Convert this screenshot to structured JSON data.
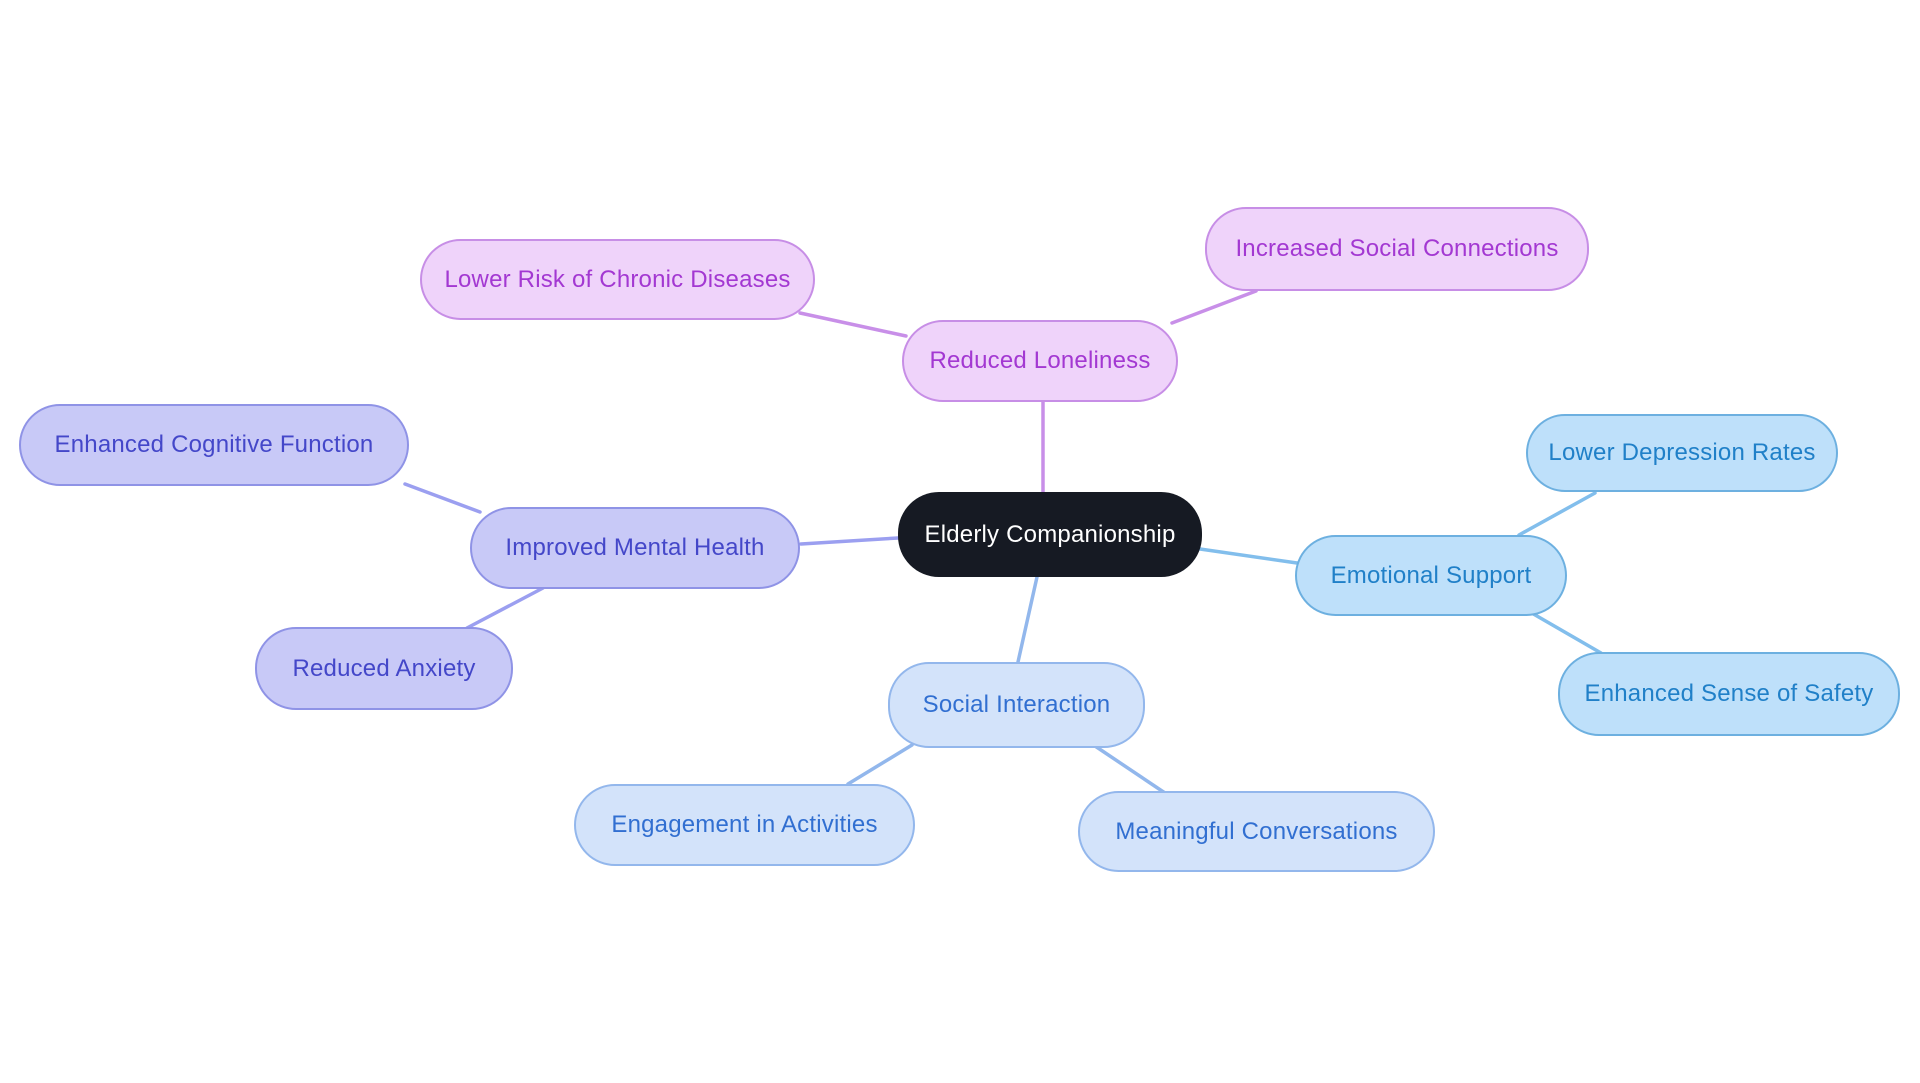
{
  "canvas": {
    "background": "#ffffff"
  },
  "central": {
    "label": "Elderly Companionship",
    "fill": "#161a23",
    "text_color": "#ffffff"
  },
  "branches": [
    {
      "label": "Reduced Loneliness",
      "fill": "#efd3fa",
      "border": "#c78ee6",
      "text_color": "#a338d2",
      "line_color": "#c88fe8",
      "children": [
        {
          "label": "Lower Risk of Chronic Diseases"
        },
        {
          "label": "Increased Social Connections"
        }
      ]
    },
    {
      "label": "Improved Mental Health",
      "fill": "#c8c9f7",
      "border": "#8f93e6",
      "text_color": "#4447c9",
      "line_color": "#9b9ff0",
      "children": [
        {
          "label": "Enhanced Cognitive Function"
        },
        {
          "label": "Reduced Anxiety"
        }
      ]
    },
    {
      "label": "Emotional Support",
      "fill": "#bee0fa",
      "border": "#6db0e0",
      "text_color": "#2080c8",
      "line_color": "#82beec",
      "children": [
        {
          "label": "Lower Depression Rates"
        },
        {
          "label": "Enhanced Sense of Safety"
        }
      ]
    },
    {
      "label": "Social Interaction",
      "fill": "#d3e3fa",
      "border": "#93b7ec",
      "text_color": "#316fd1",
      "line_color": "#92b7ec",
      "children": [
        {
          "label": "Engagement in Activities"
        },
        {
          "label": "Meaningful Conversations"
        }
      ]
    }
  ]
}
